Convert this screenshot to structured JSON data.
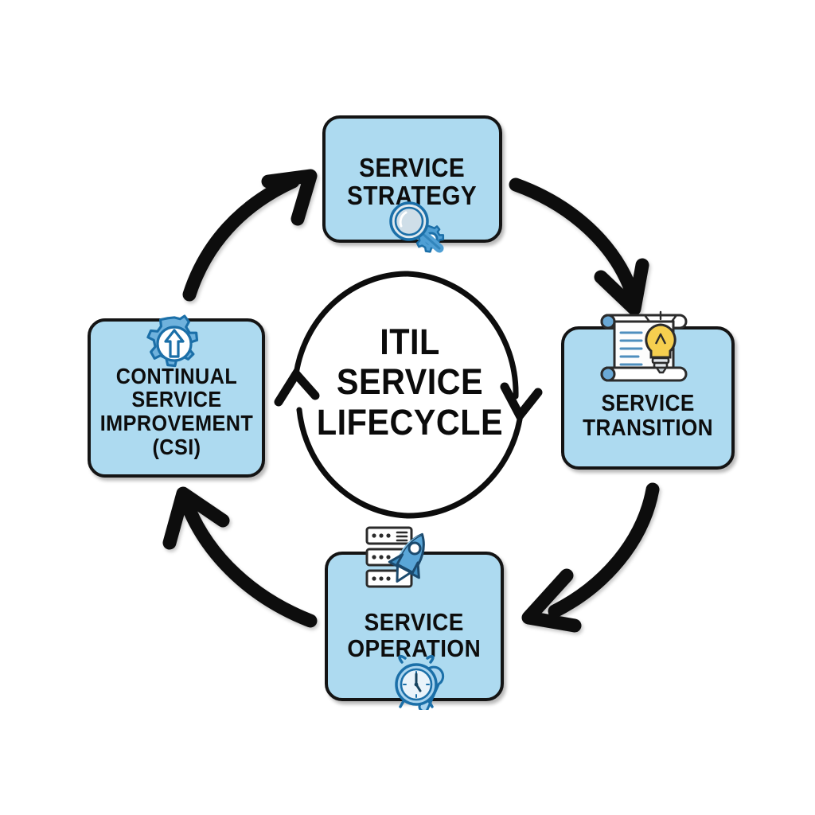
{
  "diagram": {
    "title": "ITIL Service Lifecycle",
    "center_label_lines": [
      "ITIL",
      "SERVICE",
      "LIFECYCLE"
    ],
    "colors": {
      "node_fill": "#addaf0",
      "node_stroke": "#141414",
      "arrow": "#0d0d0d",
      "background": "#ffffff",
      "icon_blue": "#4f9fd4",
      "icon_light_blue": "#a9d4ef",
      "bulb_yellow": "#f6cf4f"
    },
    "nodes": [
      {
        "id": "service-strategy",
        "label_lines": [
          "SERVICE",
          "STRATEGY"
        ],
        "label": "SERVICE STRATEGY",
        "icon": "magnifier-gear-icon",
        "position": "top"
      },
      {
        "id": "service-transition",
        "label_lines": [
          "SERVICE",
          "TRANSITION"
        ],
        "label": "SERVICE TRANSITION",
        "icon": "scroll-lightbulb-icon",
        "position": "right"
      },
      {
        "id": "service-operation",
        "label_lines": [
          "SERVICE",
          "OPERATION"
        ],
        "label": "SERVICE OPERATION",
        "icon_top": "server-rocket-icon",
        "icon_bottom": "alarm-clock-wrench-icon",
        "position": "bottom"
      },
      {
        "id": "continual-service-improvement",
        "label_lines": [
          "CONTINUAL",
          "SERVICE",
          "IMPROVEMENT",
          "(CSI)"
        ],
        "label": "CONTINUAL SERVICE IMPROVEMENT (CSI)",
        "icon": "gear-up-arrow-icon",
        "position": "left"
      }
    ],
    "arrows": [
      {
        "id": "arrow-strategy-to-transition",
        "from": "service-strategy",
        "to": "service-transition",
        "direction": "clockwise"
      },
      {
        "id": "arrow-transition-to-operation",
        "from": "service-transition",
        "to": "service-operation",
        "direction": "clockwise"
      },
      {
        "id": "arrow-operation-to-csi",
        "from": "service-operation",
        "to": "continual-service-improvement",
        "direction": "clockwise"
      },
      {
        "id": "arrow-csi-to-strategy",
        "from": "continual-service-improvement",
        "to": "service-strategy",
        "direction": "clockwise"
      },
      {
        "id": "inner-circle-arrow-right",
        "direction": "down"
      },
      {
        "id": "inner-circle-arrow-left",
        "direction": "up"
      }
    ]
  }
}
